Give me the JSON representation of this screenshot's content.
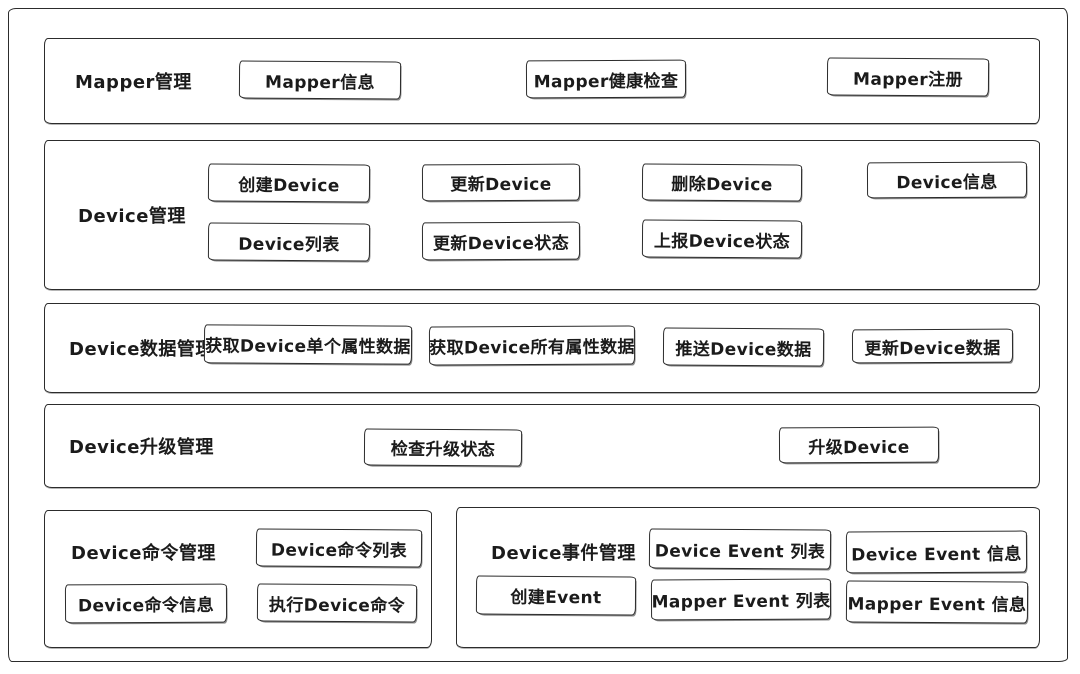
{
  "sections": {
    "mapper": {
      "label": "Mapper管理",
      "items": [
        "Mapper信息",
        "Mapper健康检查",
        "Mapper注册"
      ]
    },
    "device": {
      "label": "Device管理",
      "items": [
        "创建Device",
        "更新Device",
        "删除Device",
        "Device信息",
        "Device列表",
        "更新Device状态",
        "上报Device状态"
      ]
    },
    "deviceData": {
      "label": "Device数据管理",
      "items": [
        "获取Device单个属性数据",
        "获取Device所有属性数据",
        "推送Device数据",
        "更新Device数据"
      ]
    },
    "deviceUpgrade": {
      "label": "Device升级管理",
      "items": [
        "检查升级状态",
        "升级Device"
      ]
    },
    "deviceCommand": {
      "label": "Device命令管理",
      "items": [
        "Device命令列表",
        "Device命令信息",
        "执行Device命令"
      ]
    },
    "deviceEvent": {
      "label": "Device事件管理",
      "items": [
        "Device Event 列表",
        "Device Event 信息",
        "创建Event",
        "Mapper Event 列表",
        "Mapper Event 信息"
      ]
    }
  },
  "colors": {
    "ink": "#2c2c2c",
    "background": "#ffffff"
  }
}
